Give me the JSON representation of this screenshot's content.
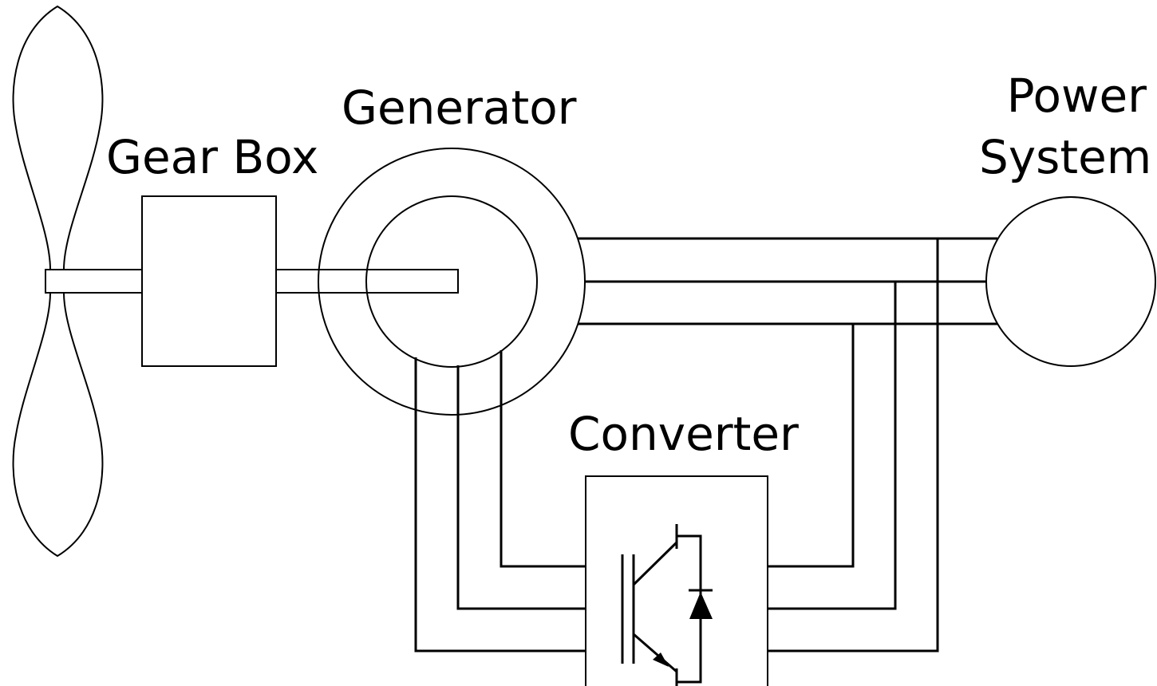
{
  "labels": {
    "gearbox": "Gear Box",
    "generator": "Generator",
    "power_line1": "Power",
    "power_line2": "System",
    "converter": "Converter"
  },
  "colors": {
    "stroke": "#000000",
    "background": "#ffffff"
  }
}
